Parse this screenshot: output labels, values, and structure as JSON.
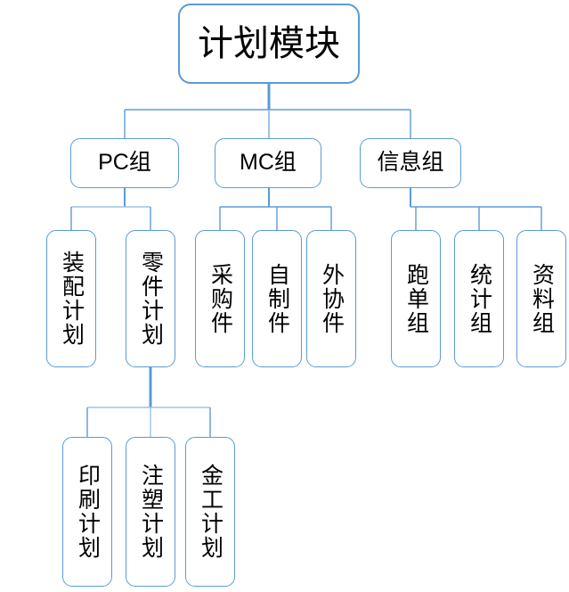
{
  "diagram": {
    "type": "organization-tree",
    "title": "计划模块",
    "orientation": "top-down",
    "levels": 4,
    "style": {
      "border_color": "#5B9BD5",
      "connector_color": "#5B9BD5",
      "connector_color_light": "#9DC3E6",
      "node_fill": "#FFFFFF",
      "text_color": "#000000",
      "background": "#FFFFFF"
    },
    "nodes": {
      "root": {
        "label": "计划模块",
        "level": 1,
        "orientation": "horizontal"
      },
      "level2": [
        {
          "id": "pc",
          "label": "PC组",
          "level": 2,
          "orientation": "horizontal"
        },
        {
          "id": "mc",
          "label": "MC组",
          "level": 2,
          "orientation": "horizontal"
        },
        {
          "id": "info",
          "label": "信息组",
          "level": 2,
          "orientation": "horizontal"
        }
      ],
      "level3": [
        {
          "id": "assembly",
          "label": "装配计划",
          "parent": "pc",
          "level": 3,
          "orientation": "vertical"
        },
        {
          "id": "parts",
          "label": "零件计划",
          "parent": "pc",
          "level": 3,
          "orientation": "vertical"
        },
        {
          "id": "purchased",
          "label": "采购件",
          "parent": "mc",
          "level": 3,
          "orientation": "vertical"
        },
        {
          "id": "selfmade",
          "label": "自制件",
          "parent": "mc",
          "level": 3,
          "orientation": "vertical"
        },
        {
          "id": "outsourced",
          "label": "外协件",
          "parent": "mc",
          "level": 3,
          "orientation": "vertical"
        },
        {
          "id": "runorder",
          "label": "跑单组",
          "parent": "info",
          "level": 3,
          "orientation": "vertical"
        },
        {
          "id": "statistics",
          "label": "统计组",
          "parent": "info",
          "level": 3,
          "orientation": "vertical"
        },
        {
          "id": "archive",
          "label": "资料组",
          "parent": "info",
          "level": 3,
          "orientation": "vertical"
        }
      ],
      "level4": [
        {
          "id": "printing",
          "label": "印刷计划",
          "parent": "parts",
          "level": 4,
          "orientation": "vertical"
        },
        {
          "id": "injection",
          "label": "注塑计划",
          "parent": "parts",
          "level": 4,
          "orientation": "vertical"
        },
        {
          "id": "metalwork",
          "label": "金工计划",
          "parent": "parts",
          "level": 4,
          "orientation": "vertical"
        }
      ]
    }
  }
}
